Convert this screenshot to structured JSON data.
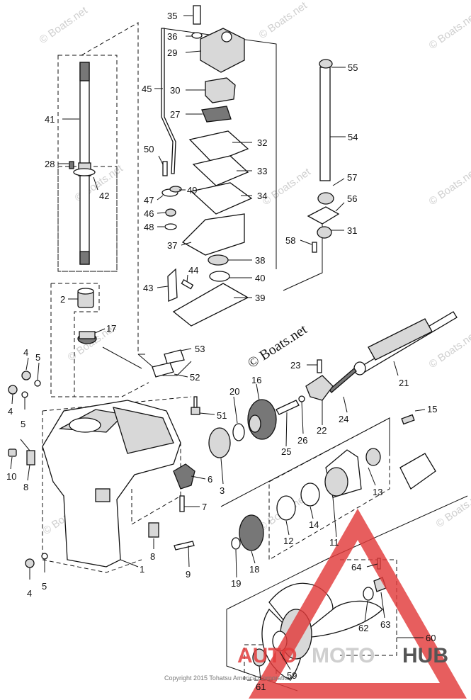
{
  "watermark": {
    "text": "© Boats.net",
    "stamp_text": "© Boats.net"
  },
  "copyright": "Copyright 2015 Tohatsu America Corporation",
  "brand": {
    "prefix": "AUTO",
    "middle": "MOTO",
    "suffix": "HUB",
    "accent_color": "#e23b3b"
  },
  "part_numbers": {
    "p1": "1",
    "p2": "2",
    "p3": "3",
    "p4a": "4",
    "p4b": "4",
    "p4c": "4",
    "p5a": "5",
    "p5b": "5",
    "p5c": "5",
    "p6": "6",
    "p7": "7",
    "p8a": "8",
    "p8b": "8",
    "p9": "9",
    "p10": "10",
    "p11": "11",
    "p12": "12",
    "p13": "13",
    "p14": "14",
    "p15": "15",
    "p16": "16",
    "p17": "17",
    "p18": "18",
    "p19": "19",
    "p20": "20",
    "p21": "21",
    "p22": "22",
    "p23": "23",
    "p24": "24",
    "p25": "25",
    "p26": "26",
    "p27": "27",
    "p28": "28",
    "p29": "29",
    "p30": "30",
    "p31": "31",
    "p32": "32",
    "p33": "33",
    "p34": "34",
    "p35": "35",
    "p36": "36",
    "p37": "37",
    "p38": "38",
    "p39": "39",
    "p40": "40",
    "p41": "41",
    "p42": "42",
    "p43": "43",
    "p44": "44",
    "p45": "45",
    "p46": "46",
    "p47": "47",
    "p48": "48",
    "p49": "49",
    "p50": "50",
    "p51": "51",
    "p52": "52",
    "p53": "53",
    "p54": "54",
    "p55": "55",
    "p56": "56",
    "p57": "57",
    "p58": "58",
    "p59": "59",
    "p60": "60",
    "p61": "61",
    "p62": "62",
    "p63": "63",
    "p64": "64"
  }
}
